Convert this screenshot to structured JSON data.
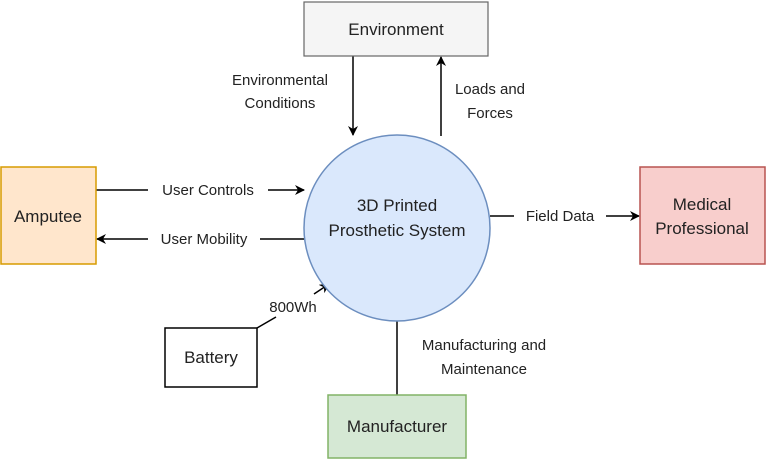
{
  "nodes": {
    "environment": "Environment",
    "amputee": "Amputee",
    "system_line1": "3D Printed",
    "system_line2": "Prosthetic System",
    "medical_line1": "Medical",
    "medical_line2": "Professional",
    "battery": "Battery",
    "manufacturer": "Manufacturer"
  },
  "edges": {
    "env_cond_line1": "Environmental",
    "env_cond_line2": "Conditions",
    "loads_line1": "Loads and",
    "loads_line2": "Forces",
    "user_controls": "User Controls",
    "user_mobility": "User Mobility",
    "field_data": "Field Data",
    "battery_power": "800Wh",
    "manuf_line1": "Manufacturing and",
    "manuf_line2": "Maintenance"
  },
  "colors": {
    "environment_fill": "#f5f5f5",
    "amputee_fill": "#ffe6cc",
    "amputee_stroke": "#d79b00",
    "system_fill": "#dae8fc",
    "system_stroke": "#6c8ebf",
    "medical_fill": "#f8cecc",
    "medical_stroke": "#b85450",
    "manufacturer_fill": "#d5e8d4",
    "manufacturer_stroke": "#82b366"
  }
}
